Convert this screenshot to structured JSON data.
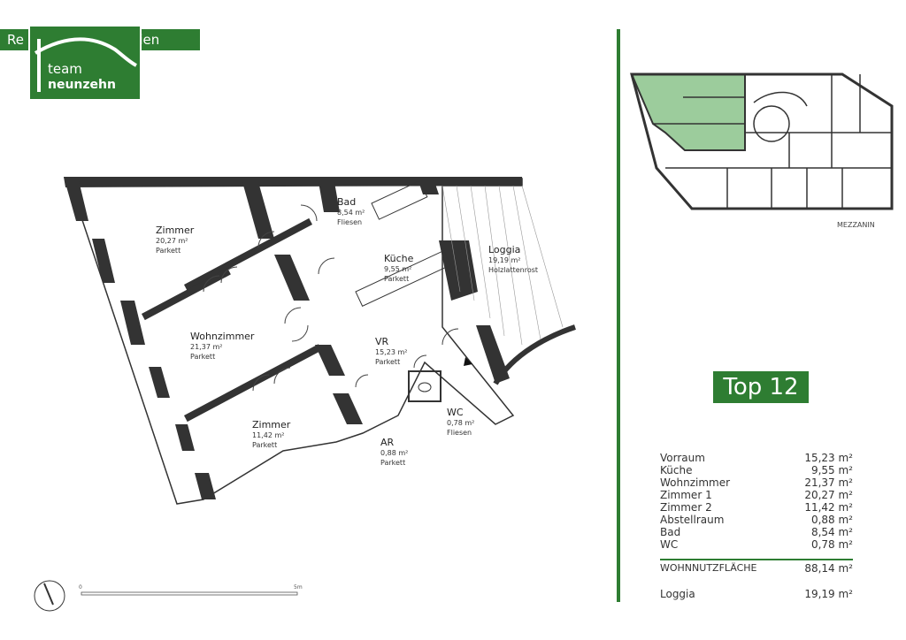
{
  "header": {
    "text_left": "Re",
    "text_right": "30 Wien"
  },
  "logo": {
    "line1": "team",
    "line2": "neunzehn"
  },
  "rooms": [
    {
      "name": "Zimmer",
      "area": "20,27 m²",
      "floor": "Parkett"
    },
    {
      "name": "Bad",
      "area": "8,54 m²",
      "floor": "Fliesen"
    },
    {
      "name": "Küche",
      "area": "9,55 m²",
      "floor": "Parkett"
    },
    {
      "name": "Loggia",
      "area": "19,19 m²",
      "floor": "Holzlattenrost"
    },
    {
      "name": "Wohnzimmer",
      "area": "21,37 m²",
      "floor": "Parkett"
    },
    {
      "name": "VR",
      "area": "15,23 m²",
      "floor": "Parkett"
    },
    {
      "name": "Zimmer",
      "area": "11,42 m²",
      "floor": "Parkett"
    },
    {
      "name": "WC",
      "area": "0,78 m²",
      "floor": "Fliesen"
    },
    {
      "name": "AR",
      "area": "0,88 m²",
      "floor": "Parkett"
    }
  ],
  "keyplan": {
    "label": "MEZZANIN"
  },
  "unit": {
    "title": "Top 12"
  },
  "areas": [
    {
      "label": "Vorraum",
      "value": "15,23 m²"
    },
    {
      "label": "Küche",
      "value": "9,55 m²"
    },
    {
      "label": "Wohnzimmer",
      "value": "21,37 m²"
    },
    {
      "label": "Zimmer 1",
      "value": "20,27 m²"
    },
    {
      "label": "Zimmer 2",
      "value": "11,42 m²"
    },
    {
      "label": "Abstellraum",
      "value": "0,88 m²"
    },
    {
      "label": "Bad",
      "value": "8,54 m²"
    },
    {
      "label": "WC",
      "value": "0,78 m²"
    }
  ],
  "total": {
    "label": "WOHNNUTZFLÄCHE",
    "value": "88,14 m²"
  },
  "loggia": {
    "label": "Loggia",
    "value": "19,19 m²"
  },
  "scale": {
    "start": "0",
    "end": "5m"
  },
  "colors": {
    "brand": "#2e7d32",
    "wall": "#333333"
  }
}
